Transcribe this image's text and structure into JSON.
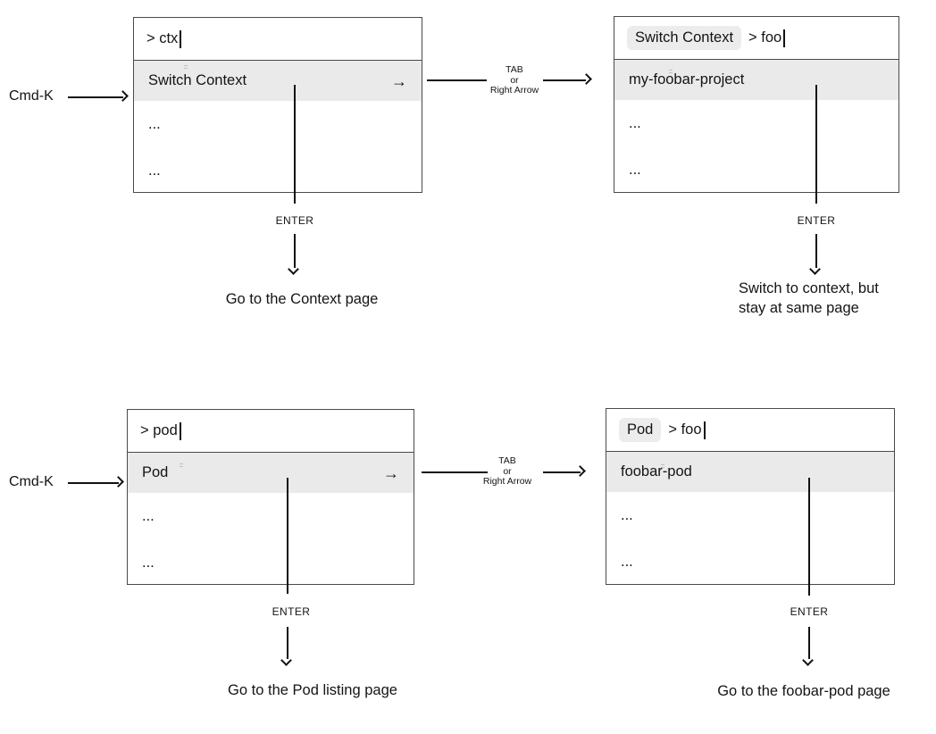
{
  "colors": {
    "background": "#ffffff",
    "text": "#141414",
    "line": "#111111",
    "box_border": "#4a4a4a",
    "highlight_bg": "#eaeaea",
    "pill_bg": "#ececec",
    "artifact_mark": "#bfbfbf"
  },
  "rows": [
    {
      "trigger": "Cmd-K",
      "connector": [
        "TAB",
        "or",
        "Right Arrow"
      ],
      "left": {
        "query": "> ctx",
        "selected": "Switch Context",
        "submenu_arrow": "→",
        "more": [
          "...",
          "..."
        ],
        "enter": "ENTER",
        "caption": [
          "Go to the Context page"
        ]
      },
      "right": {
        "token": "Switch Context",
        "query": "> foo",
        "selected": "my-foobar-project",
        "more": [
          "...",
          "..."
        ],
        "enter": "ENTER",
        "caption": [
          "Switch to context, but",
          "stay at same page"
        ]
      }
    },
    {
      "trigger": "Cmd-K",
      "connector": [
        "TAB",
        "or",
        "Right Arrow"
      ],
      "left": {
        "query": "> pod",
        "selected": "Pod",
        "submenu_arrow": "→",
        "more": [
          "...",
          "..."
        ],
        "enter": "ENTER",
        "caption": [
          "Go to the Pod listing page"
        ]
      },
      "right": {
        "token": "Pod",
        "query": "> foo",
        "selected": "foobar-pod",
        "more": [
          "...",
          "..."
        ],
        "enter": "ENTER",
        "caption": [
          "Go to the foobar-pod page"
        ]
      }
    }
  ]
}
